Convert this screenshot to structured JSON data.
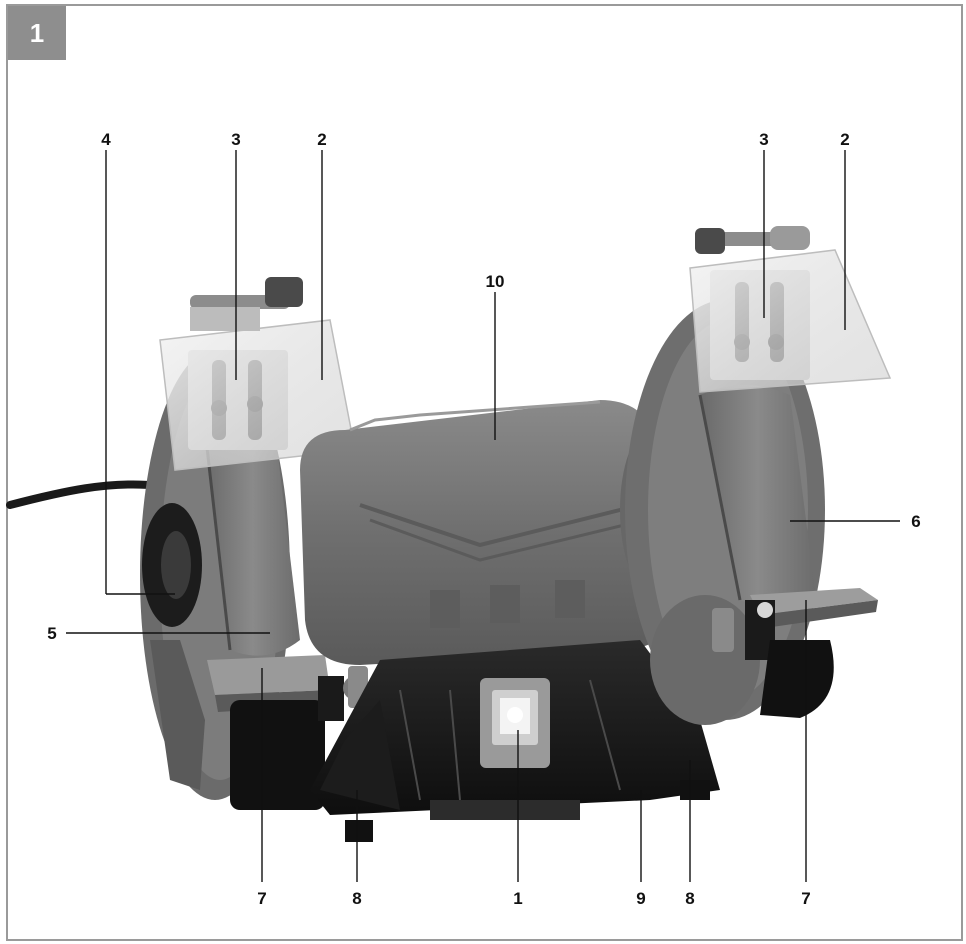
{
  "figure_number": "1",
  "callouts": {
    "c4": "4",
    "c3_left": "3",
    "c2_left": "2",
    "c3_right": "3",
    "c2_right": "2",
    "c10": "10",
    "c6": "6",
    "c5": "5",
    "c7_left": "7",
    "c8_left": "8",
    "c1": "1",
    "c9": "9",
    "c8_right": "8",
    "c7_right": "7"
  }
}
